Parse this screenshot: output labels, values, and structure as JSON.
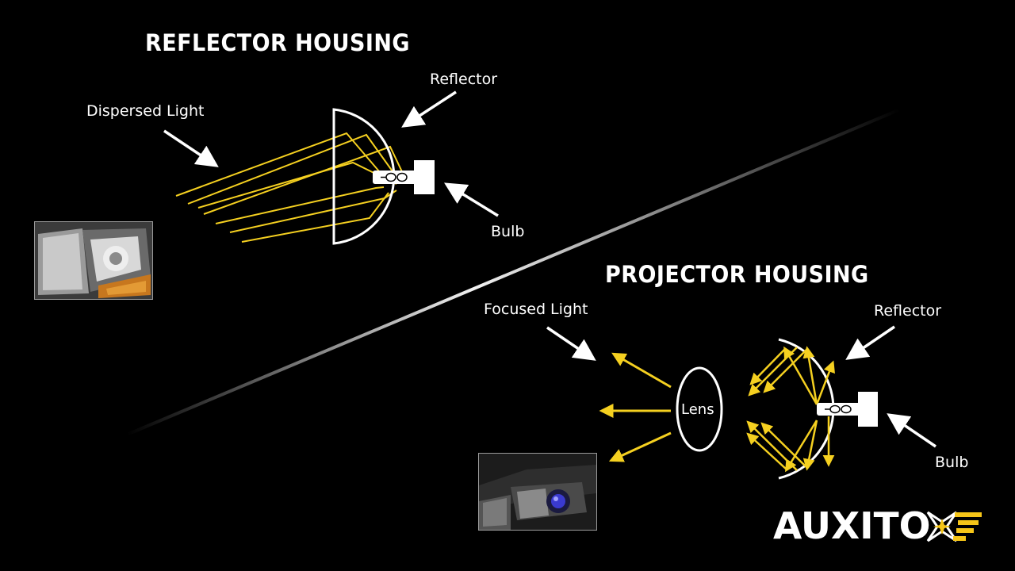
{
  "reflector": {
    "title": "REFLECTOR HOUSING",
    "labels": {
      "dispersed_light": "Dispersed Light",
      "reflector": "Reflector",
      "bulb": "Bulb"
    }
  },
  "projector": {
    "title": "PROJECTOR HOUSING",
    "labels": {
      "focused_light": "Focused Light",
      "lens": "Lens",
      "reflector": "Reflector",
      "bulb": "Bulb"
    }
  },
  "logo": {
    "text": "AUXITO",
    "icon": "star-speed-lines-icon"
  },
  "colors": {
    "background": "#000000",
    "light_ray": "#f5d020",
    "outline": "#ffffff",
    "logo_accent": "#f5c518"
  }
}
